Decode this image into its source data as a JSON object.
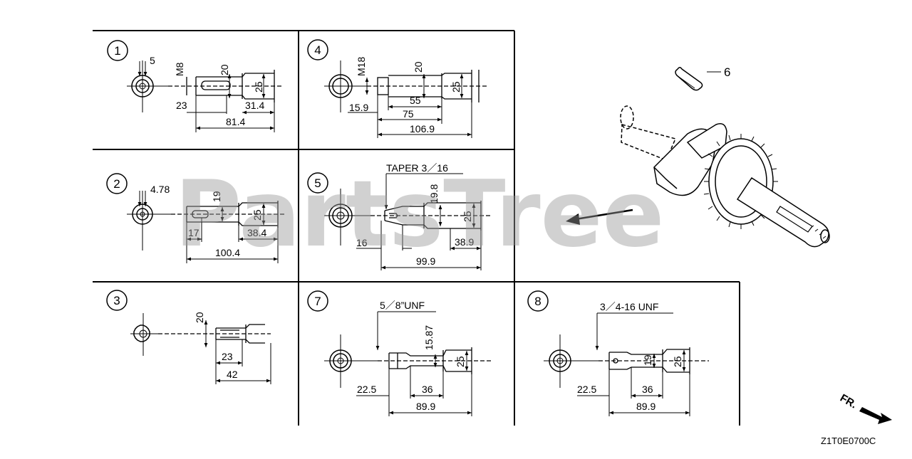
{
  "watermark": "PartsTree",
  "diagram_code": "Z1T0E0700C",
  "front_label": "FR.",
  "part_callout": "6",
  "panels": [
    {
      "num": "1",
      "dims": {
        "d1": "5",
        "d2": "M8",
        "d3": "20",
        "d4": "25",
        "d5": "23",
        "d6": "31.4",
        "d7": "81.4"
      }
    },
    {
      "num": "4",
      "dims": {
        "d1": "M18",
        "d2": "20",
        "d3": "25",
        "d4": "15.9",
        "d5": "55",
        "d6": "75",
        "d7": "106.9"
      }
    },
    {
      "num": "2",
      "dims": {
        "d1": "4.78",
        "d2": "19",
        "d3": "25",
        "d4": "17",
        "d5": "38.4",
        "d6": "100.4"
      }
    },
    {
      "num": "5",
      "label": "TAPER 3／16",
      "dims": {
        "d1": "19.8",
        "d2": "25",
        "d3": "16",
        "d4": "38.9",
        "d5": "99.9"
      }
    },
    {
      "num": "3",
      "dims": {
        "d1": "20",
        "d2": "23",
        "d3": "42"
      }
    },
    {
      "num": "7",
      "label": "5／8”UNF",
      "dims": {
        "d1": "15.87",
        "d2": "25",
        "d3": "22.5",
        "d4": "36",
        "d5": "89.9"
      }
    },
    {
      "num": "8",
      "label": "3／4-16 UNF",
      "dims": {
        "d1": "19",
        "d2": "25",
        "d3": "22.5",
        "d4": "36",
        "d5": "89.9"
      }
    }
  ]
}
